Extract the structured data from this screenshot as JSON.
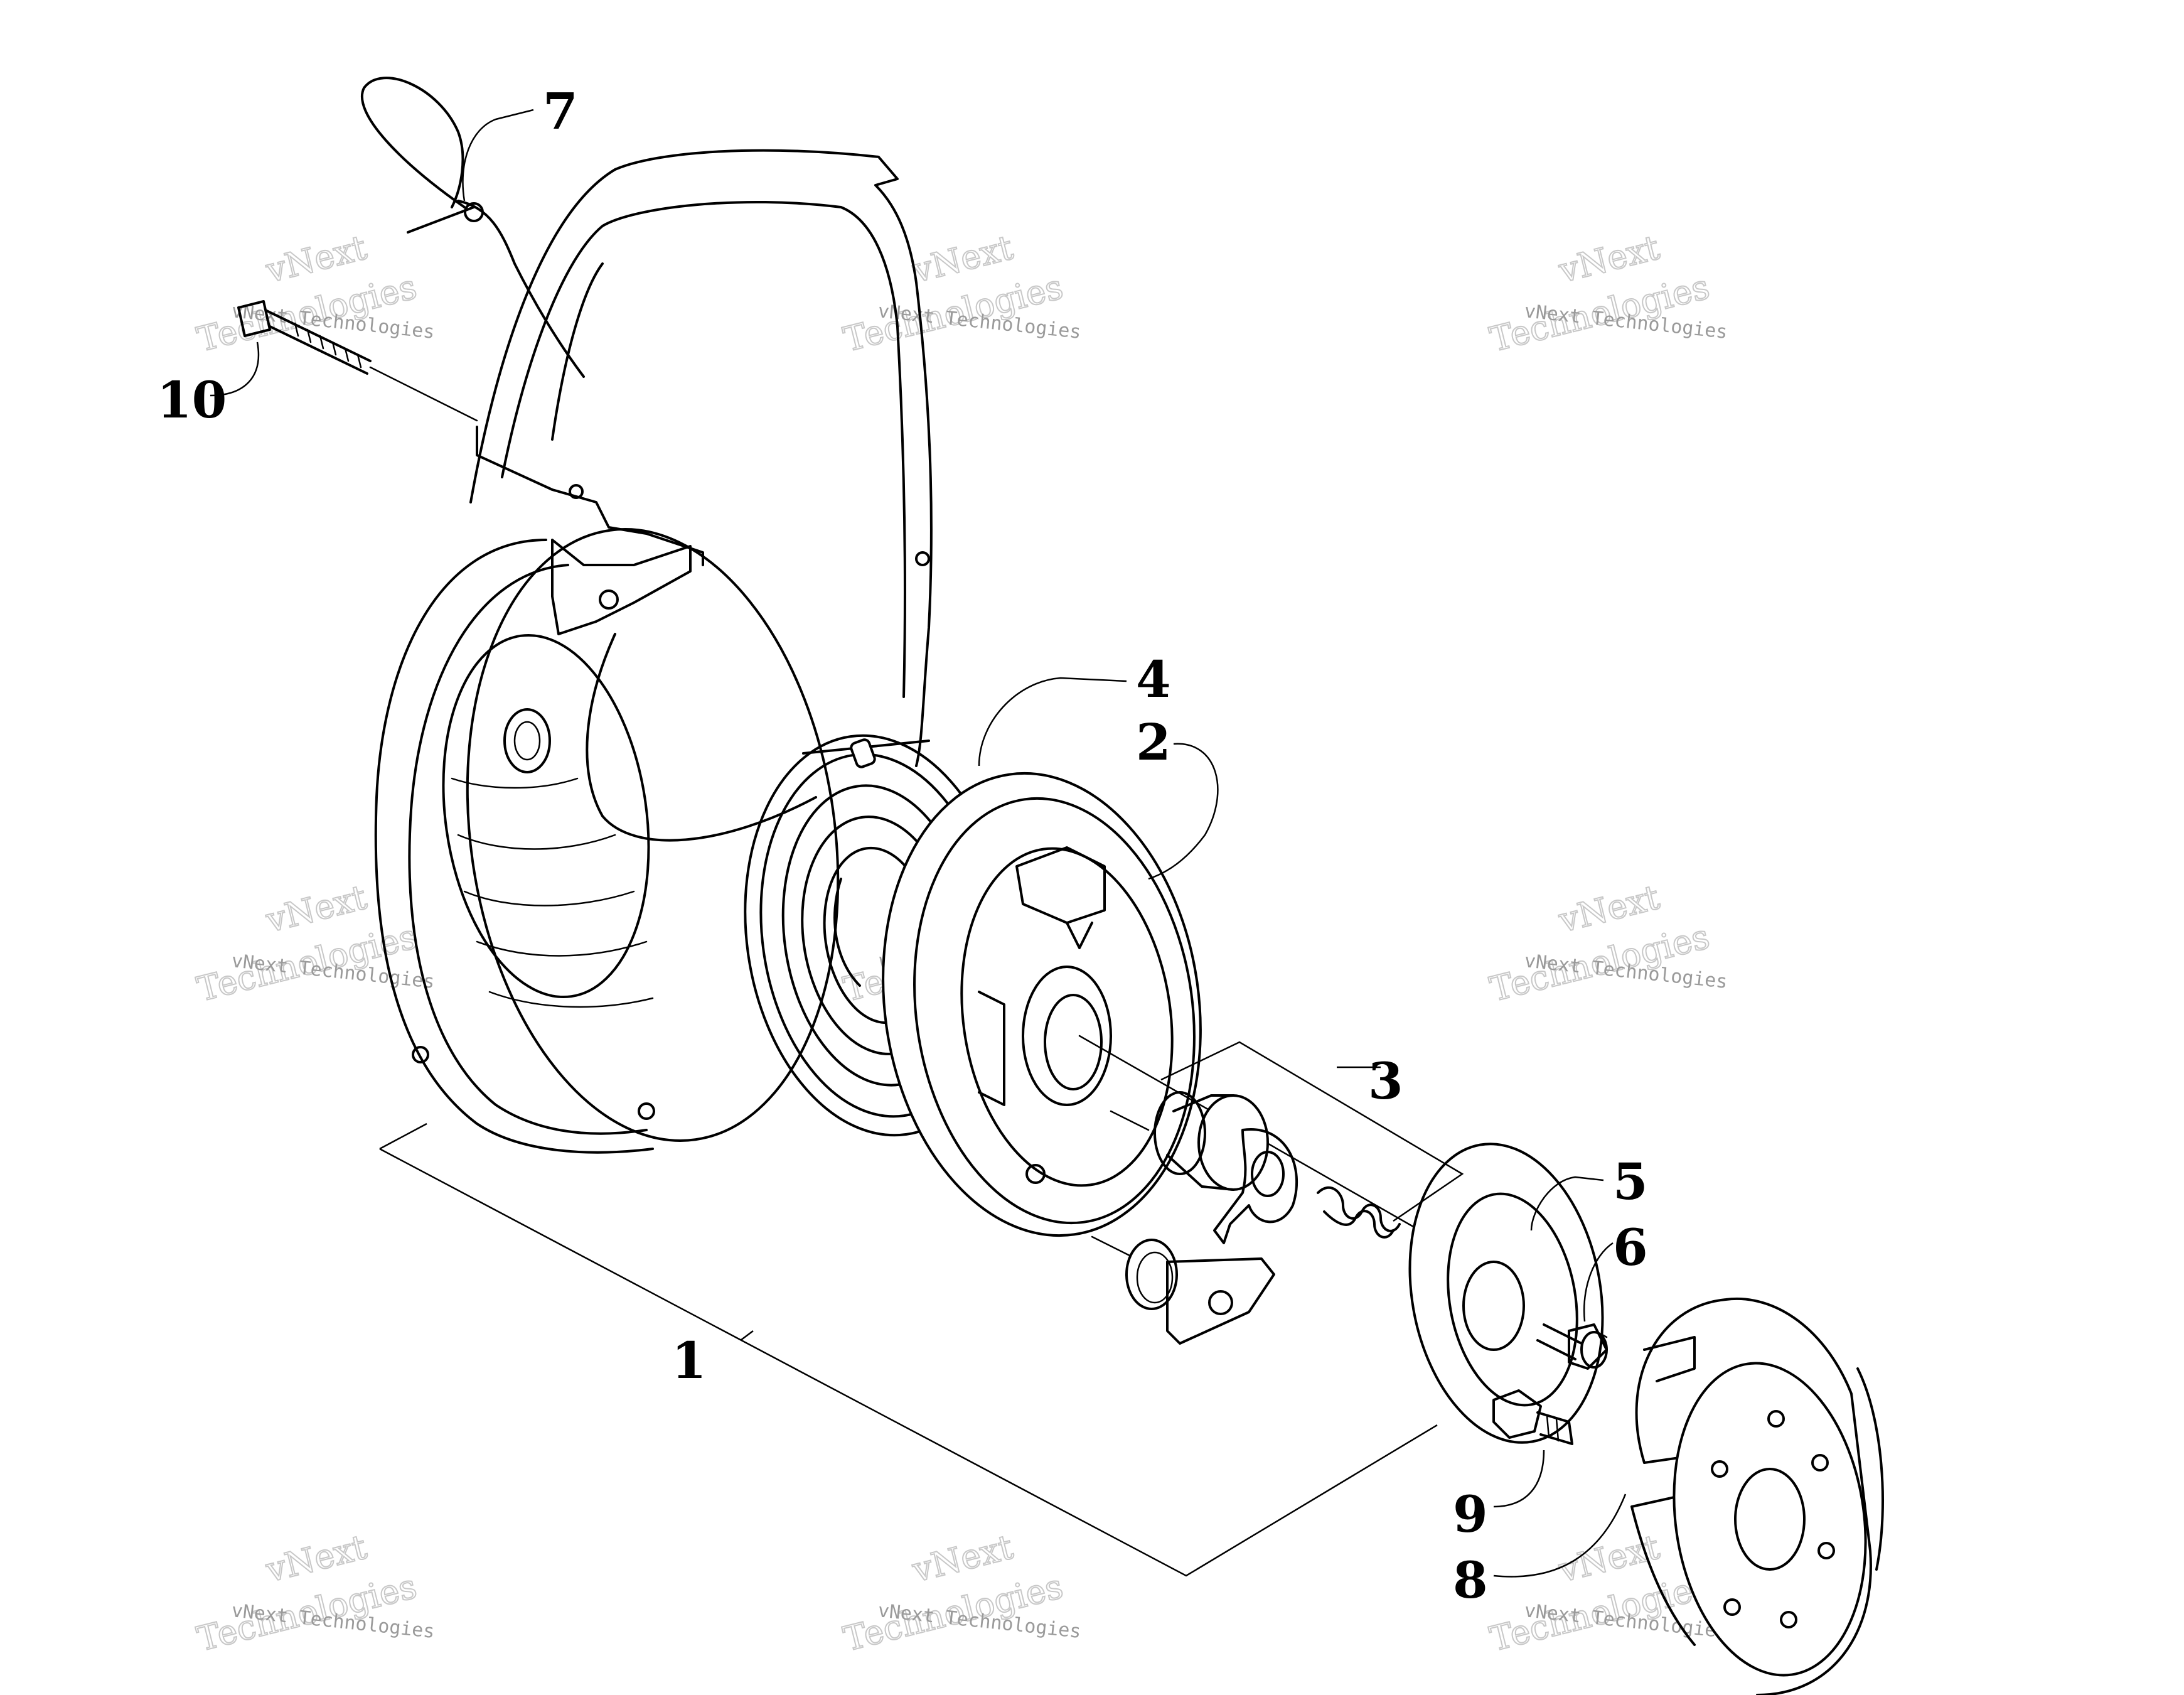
{
  "diagram": {
    "callouts": [
      {
        "id": "c1",
        "label": "1"
      },
      {
        "id": "c2",
        "label": "2"
      },
      {
        "id": "c3",
        "label": "3"
      },
      {
        "id": "c4",
        "label": "4"
      },
      {
        "id": "c5",
        "label": "5"
      },
      {
        "id": "c6",
        "label": "6"
      },
      {
        "id": "c7",
        "label": "7"
      },
      {
        "id": "c8",
        "label": "8"
      },
      {
        "id": "c9",
        "label": "9"
      },
      {
        "id": "c10",
        "label": "10"
      }
    ]
  },
  "watermark": {
    "line_small": "vNext Technologies",
    "line_large_1": "vNext",
    "line_large_2": "Technologies"
  }
}
